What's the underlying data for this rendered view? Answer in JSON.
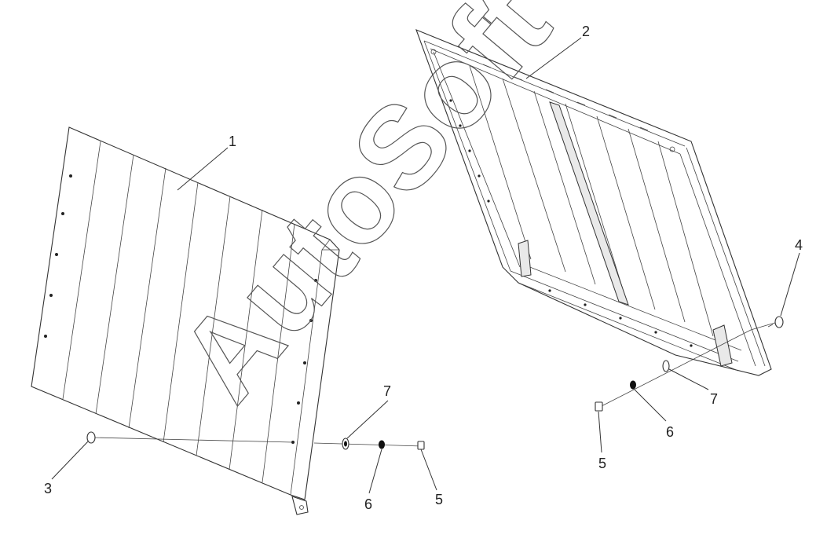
{
  "watermark": "AutoSoft",
  "callouts": {
    "c1": "1",
    "c2": "2",
    "c3": "3",
    "c4": "4",
    "c5a": "5",
    "c5b": "5",
    "c6a": "6",
    "c6b": "6",
    "c7a": "7",
    "c7b": "7"
  }
}
